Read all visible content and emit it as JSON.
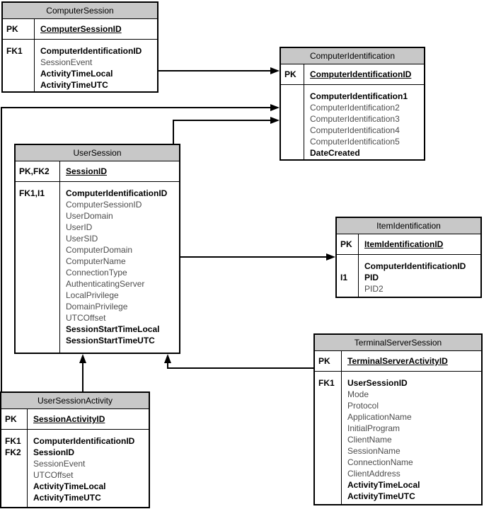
{
  "colors": {
    "header_fill": "#c8c8c8",
    "line": "#000000",
    "field_muted": "#4d4d4d",
    "field_emphasis": "#000000"
  },
  "entities": [
    {
      "title": "ComputerSession",
      "pk_keys": "PK",
      "pk_field": "ComputerSessionID",
      "body_keys": "FK1",
      "fields": [
        "ComputerIdentificationID",
        "SessionEvent",
        "ActivityTimeLocal",
        "ActivityTimeUTC"
      ]
    },
    {
      "title": "ComputerIdentification",
      "pk_keys": "PK",
      "pk_field": "ComputerIdentificationID",
      "body_keys": "",
      "fields": [
        "ComputerIdentification1",
        "ComputerIdentification2",
        "ComputerIdentification3",
        "ComputerIdentification4",
        "ComputerIdentification5",
        "DateCreated"
      ]
    },
    {
      "title": "UserSession",
      "pk_keys": "PK,FK2",
      "pk_field": "SessionID",
      "body_keys": "FK1,I1",
      "fields": [
        "ComputerIdentificationID",
        "ComputerSessionID",
        "UserDomain",
        "UserID",
        "UserSID",
        "ComputerDomain",
        "ComputerName",
        "ConnectionType",
        "AuthenticatingServer",
        "LocalPrivilege",
        "DomainPrivilege",
        "UTCOffset",
        "SessionStartTimeLocal",
        "SessionStartTimeUTC"
      ]
    },
    {
      "title": "ItemIdentification",
      "pk_keys": "PK",
      "pk_field": "ItemIdentificationID",
      "body_keys": "\nI1",
      "fields": [
        "ComputerIdentificationID",
        "PID",
        "PID2"
      ]
    },
    {
      "title": "TerminalServerSession",
      "pk_keys": "PK",
      "pk_field": "TerminalServerActivityID",
      "body_keys": "FK1",
      "fields": [
        "UserSessionID",
        "Mode",
        "Protocol",
        "ApplicationName",
        "InitialProgram",
        "ClientName",
        "SessionName",
        "ConnectionName",
        "ClientAddress",
        "ActivityTimeLocal",
        "ActivityTimeUTC"
      ]
    },
    {
      "title": "UserSessionActivity",
      "pk_keys": "PK",
      "pk_field": "SessionActivityID",
      "body_keys": "FK1\nFK2",
      "fields": [
        "ComputerIdentificationID",
        "SessionID",
        "SessionEvent",
        "UTCOffset",
        "ActivityTimeLocal",
        "ActivityTimeUTC"
      ]
    }
  ],
  "relationships": [
    {
      "from": "ComputerSession",
      "to": "ComputerIdentification"
    },
    {
      "from": "UserSessionActivity",
      "to": "ComputerIdentification"
    },
    {
      "from": "UserSession",
      "to": "ComputerIdentification"
    },
    {
      "from": "UserSession",
      "to": "ItemIdentification"
    },
    {
      "from": "UserSessionActivity",
      "to": "UserSession"
    },
    {
      "from": "TerminalServerSession",
      "to": "UserSession"
    }
  ]
}
